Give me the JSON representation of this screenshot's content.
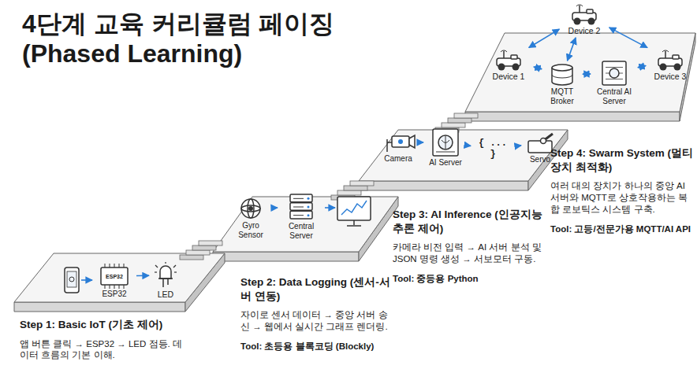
{
  "diagram": {
    "title": "4단계 교육 커리큘럼 페이징 (Phased Learning)",
    "nodes": [
      {
        "text": [
          "ESP32",
          "ESP32"
        ]
      },
      {
        "text": [
          "LED"
        ]
      },
      {
        "text": [
          "Gyro Sensor"
        ]
      },
      {
        "text": [
          "Central Server"
        ]
      },
      {
        "text": [
          "Camera"
        ]
      },
      {
        "text": [
          "AI Server"
        ]
      },
      {
        "text": [
          "{ ... }"
        ]
      },
      {
        "text": [
          "Servo"
        ]
      },
      {
        "text": [
          "Device 1"
        ]
      },
      {
        "text": [
          "Device 2"
        ]
      },
      {
        "text": [
          "Device 3"
        ]
      },
      {
        "text": [
          "MQTT Broker"
        ]
      },
      {
        "text": [
          "Central AI Server"
        ]
      }
    ],
    "edges": [
      {
        "from": 0,
        "to": 1,
        "arrow": "to"
      },
      {
        "from": 2,
        "to": 3,
        "arrow": "to"
      },
      {
        "from": 4,
        "to": 5,
        "arrow": "to"
      },
      {
        "from": 5,
        "to": 6,
        "arrow": "to"
      },
      {
        "from": 6,
        "to": 7,
        "arrow": "to"
      },
      {
        "from": 8,
        "to": 9,
        "arrow": "both"
      },
      {
        "from": 9,
        "to": 10,
        "arrow": "both"
      },
      {
        "from": 8,
        "to": 11,
        "arrow": "both"
      },
      {
        "from": 11,
        "to": 12,
        "arrow": "both"
      },
      {
        "from": 12,
        "to": 10,
        "arrow": "both"
      },
      {
        "from": 9,
        "to": 11,
        "arrow": "both"
      }
    ],
    "labels": [
      "Step 1: Basic IoT (기초 제어)",
      "앱 버튼 클릭 → ESP32 → LED 점등. 데이터 흐름의 기본 이해.",
      "Step 2: Data Logging (센서-서버 연동)",
      "자이로 센서 데이터 → 중앙 서버 송신 → 웹에서 실시간 그래프 렌더링.",
      "Tool: 초등용 블록코딩 (Blockly)",
      "Step 3: AI Inference (인공지능 추론 제어)",
      "카메라 비전 입력 → AI 서버 분석 및 JSON 명령 생성 → 서보모터 구동.",
      "Tool: 중등용 Python",
      "Step 4: Swarm System (멀티 장치 최적화)",
      "여러 대의 장치가 하나의 중앙 AI 서버와 MQTT로 상호작용하는 복합 로보틱스 시스템 구축.",
      "Tool: 고등/전문가용 MQTT/AI API"
    ]
  }
}
